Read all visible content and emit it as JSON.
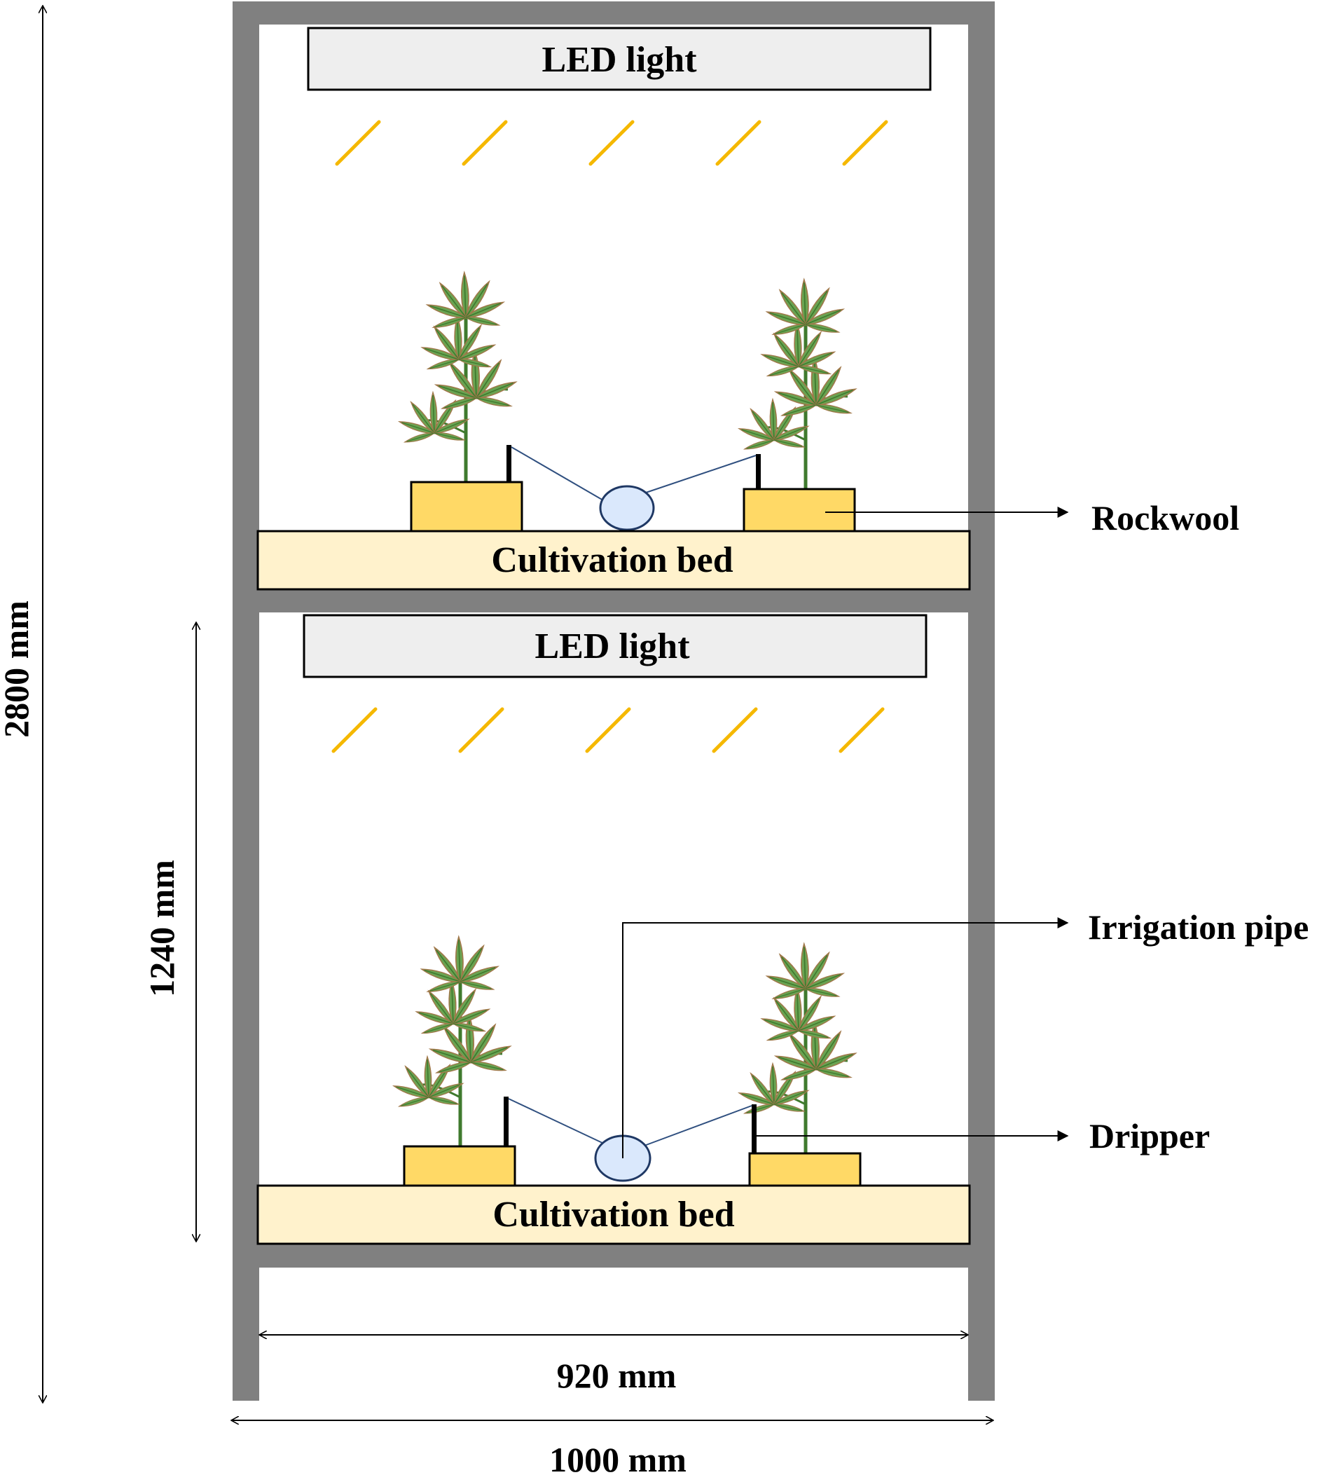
{
  "labels": {
    "led_top": "LED light",
    "led_bottom": "LED light",
    "bed_top": "Cultivation bed",
    "bed_bottom": "Cultivation bed",
    "rockwool": "Rockwool",
    "irrigation_pipe": "Irrigation pipe",
    "dripper": "Dripper"
  },
  "dimensions": {
    "total_height": "2800 mm",
    "tier_height": "1240 mm",
    "inner_width": "920 mm",
    "outer_width": "1000 mm"
  },
  "colors": {
    "frame": "#808080",
    "led_panel": "#eeeeee",
    "light_ray": "#f5b800",
    "cultivation_bed": "#fff2cc",
    "rockwool": "#ffd966",
    "pipe": "#dae8fc",
    "pipe_stroke": "#1f3864",
    "leaf": "#6aa352",
    "leaf_dark": "#3f7a2e",
    "leaf_edge": "#a0784a"
  }
}
